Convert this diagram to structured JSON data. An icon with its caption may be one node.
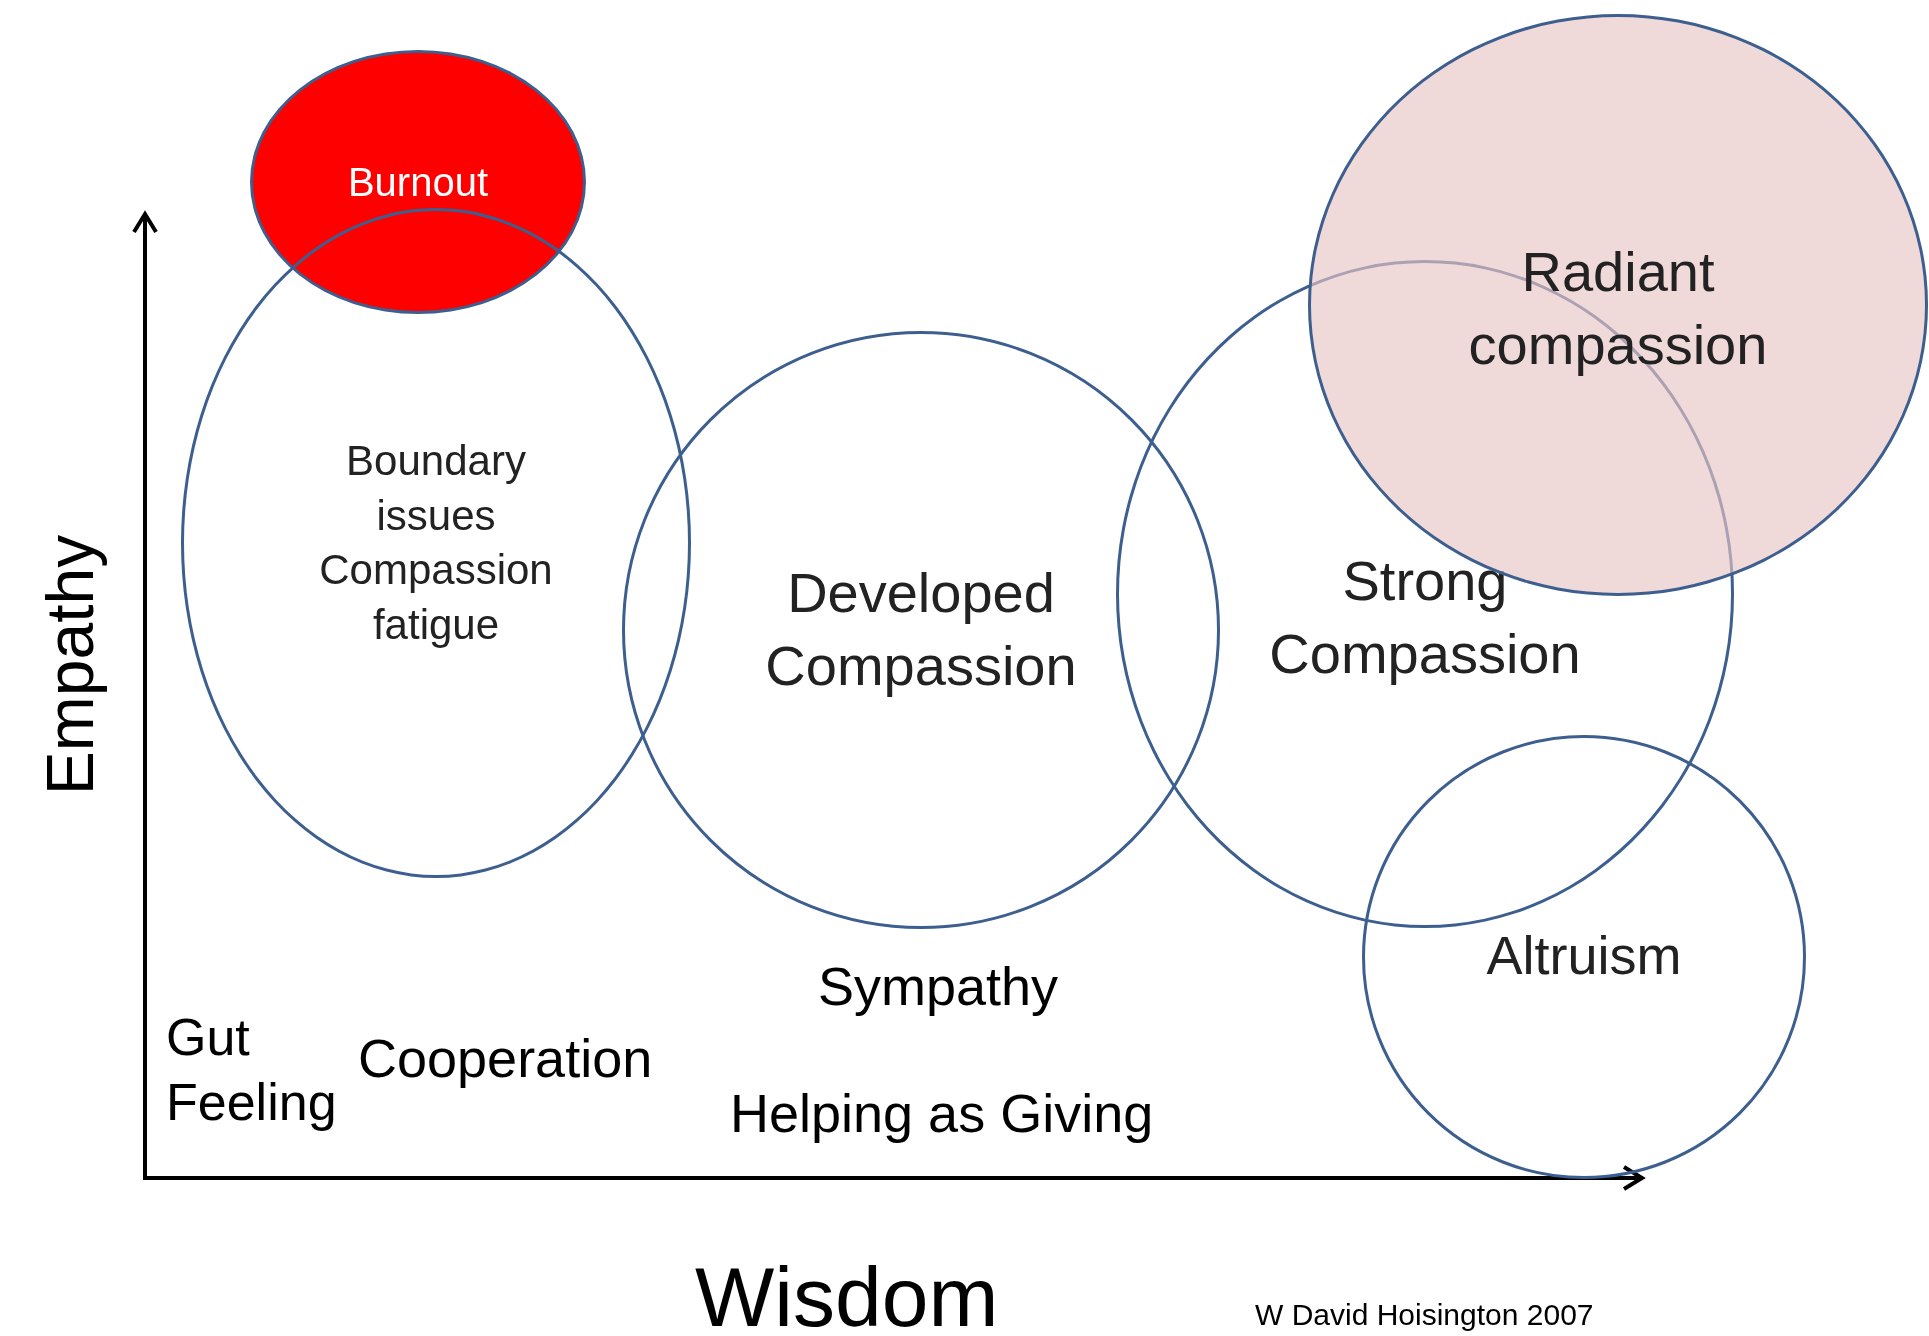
{
  "diagram": {
    "nodes": [
      {
        "text": [
          "Burnout"
        ]
      },
      {
        "text": [
          "Boundary issues",
          "Compassion fatigue"
        ]
      },
      {
        "text": [
          "Developed Compassion"
        ]
      },
      {
        "text": [
          "Strong Compassion"
        ]
      },
      {
        "text": [
          "Radiant compassion"
        ]
      },
      {
        "text": [
          "Altruism"
        ]
      }
    ],
    "labels": [
      "Empathy",
      "Gut Feeling",
      "Cooperation",
      "Sympathy",
      "Helping as Giving",
      "Wisdom",
      "W David Hoisington 2007"
    ]
  }
}
